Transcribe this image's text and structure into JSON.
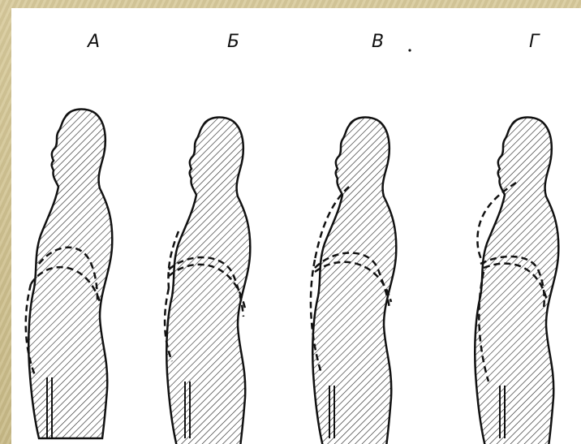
{
  "figures": [
    {
      "label": "А"
    },
    {
      "label": "Б"
    },
    {
      "label": "В"
    },
    {
      "label": "Г"
    }
  ]
}
